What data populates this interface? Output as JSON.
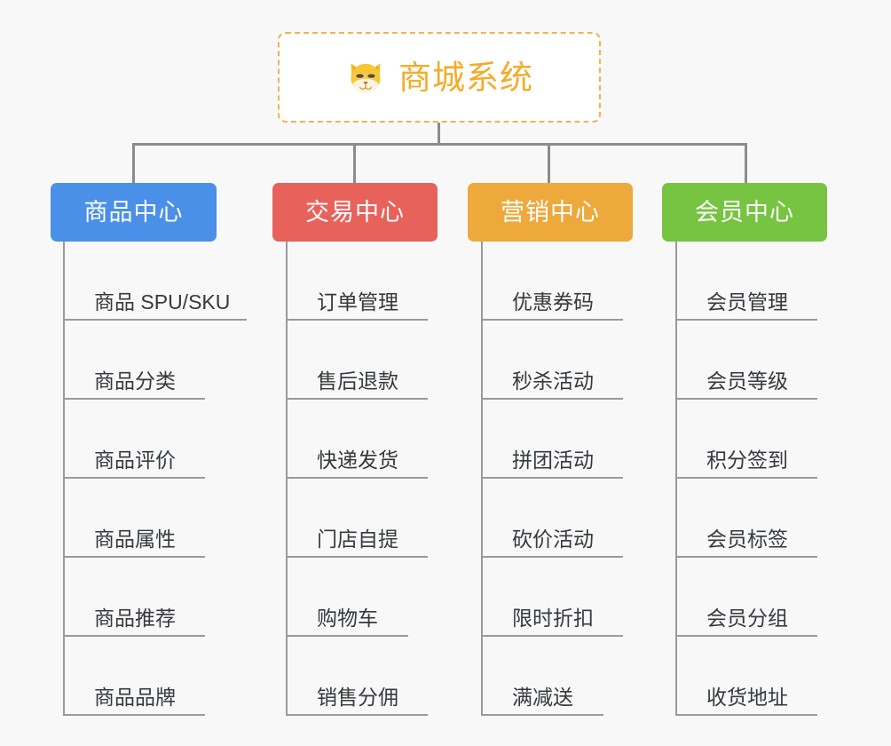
{
  "page": {
    "background_color": "#f8f8f8",
    "connector_color": "#8c8c8c",
    "divider_color": "#9a9a9a"
  },
  "root": {
    "title": "商城系统",
    "icon": "shiba-dog-face-icon",
    "text_color": "#f5ab28",
    "border_color": "#f0b34c",
    "background_color": "#ffffff"
  },
  "branches": [
    {
      "label": "商品中心",
      "color": "#4a90e8",
      "items": [
        "商品 SPU/SKU",
        "商品分类",
        "商品评价",
        "商品属性",
        "商品推荐",
        "商品品牌"
      ]
    },
    {
      "label": "交易中心",
      "color": "#e8625c",
      "items": [
        "订单管理",
        "售后退款",
        "快递发货",
        "门店自提",
        "购物车",
        "销售分佣"
      ]
    },
    {
      "label": "营销中心",
      "color": "#eda93c",
      "items": [
        "优惠券码",
        "秒杀活动",
        "拼团活动",
        "砍价活动",
        "限时折扣",
        "满减送"
      ]
    },
    {
      "label": "会员中心",
      "color": "#76c442",
      "items": [
        "会员管理",
        "会员等级",
        "积分签到",
        "会员标签",
        "会员分组",
        "收货地址"
      ]
    }
  ]
}
